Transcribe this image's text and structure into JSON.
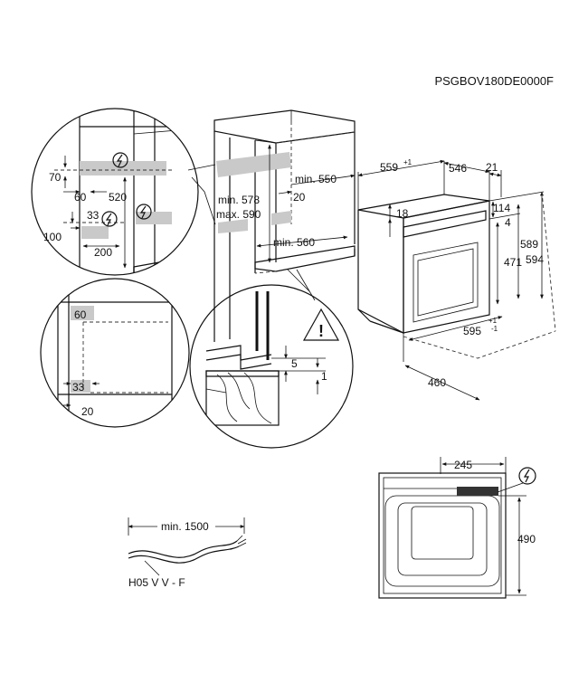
{
  "model_code": "PSGBOV180DE0000F",
  "dimensions": {
    "d559": "559",
    "d559_sup": "+1",
    "d546": "546",
    "d21": "21",
    "d18": "18",
    "d114": "114",
    "d4": "4",
    "d589": "589",
    "d594": "594",
    "d471": "471",
    "d595": "595",
    "d595_sup": "+1",
    "d595_sup2": "-1",
    "d460": "460",
    "min550": "min. 550",
    "d20_cab": "20",
    "min578": "min. 578",
    "max590": "max. 590",
    "min560": "min. 560",
    "d70": "70",
    "d60_top": "60",
    "d520": "520",
    "d33_top": "33",
    "d100": "100",
    "d200": "200",
    "d60_mid": "60",
    "d33_mid": "33",
    "d20_mid": "20",
    "d5": "5",
    "d1": "1",
    "d245": "245",
    "d490": "490",
    "min1500": "min. 1500",
    "cable_type": "H05 V V - F"
  },
  "symbols": {
    "electric": "electric-hazard-icon",
    "warning": "warning-triangle-icon",
    "warning_mark": "!"
  }
}
